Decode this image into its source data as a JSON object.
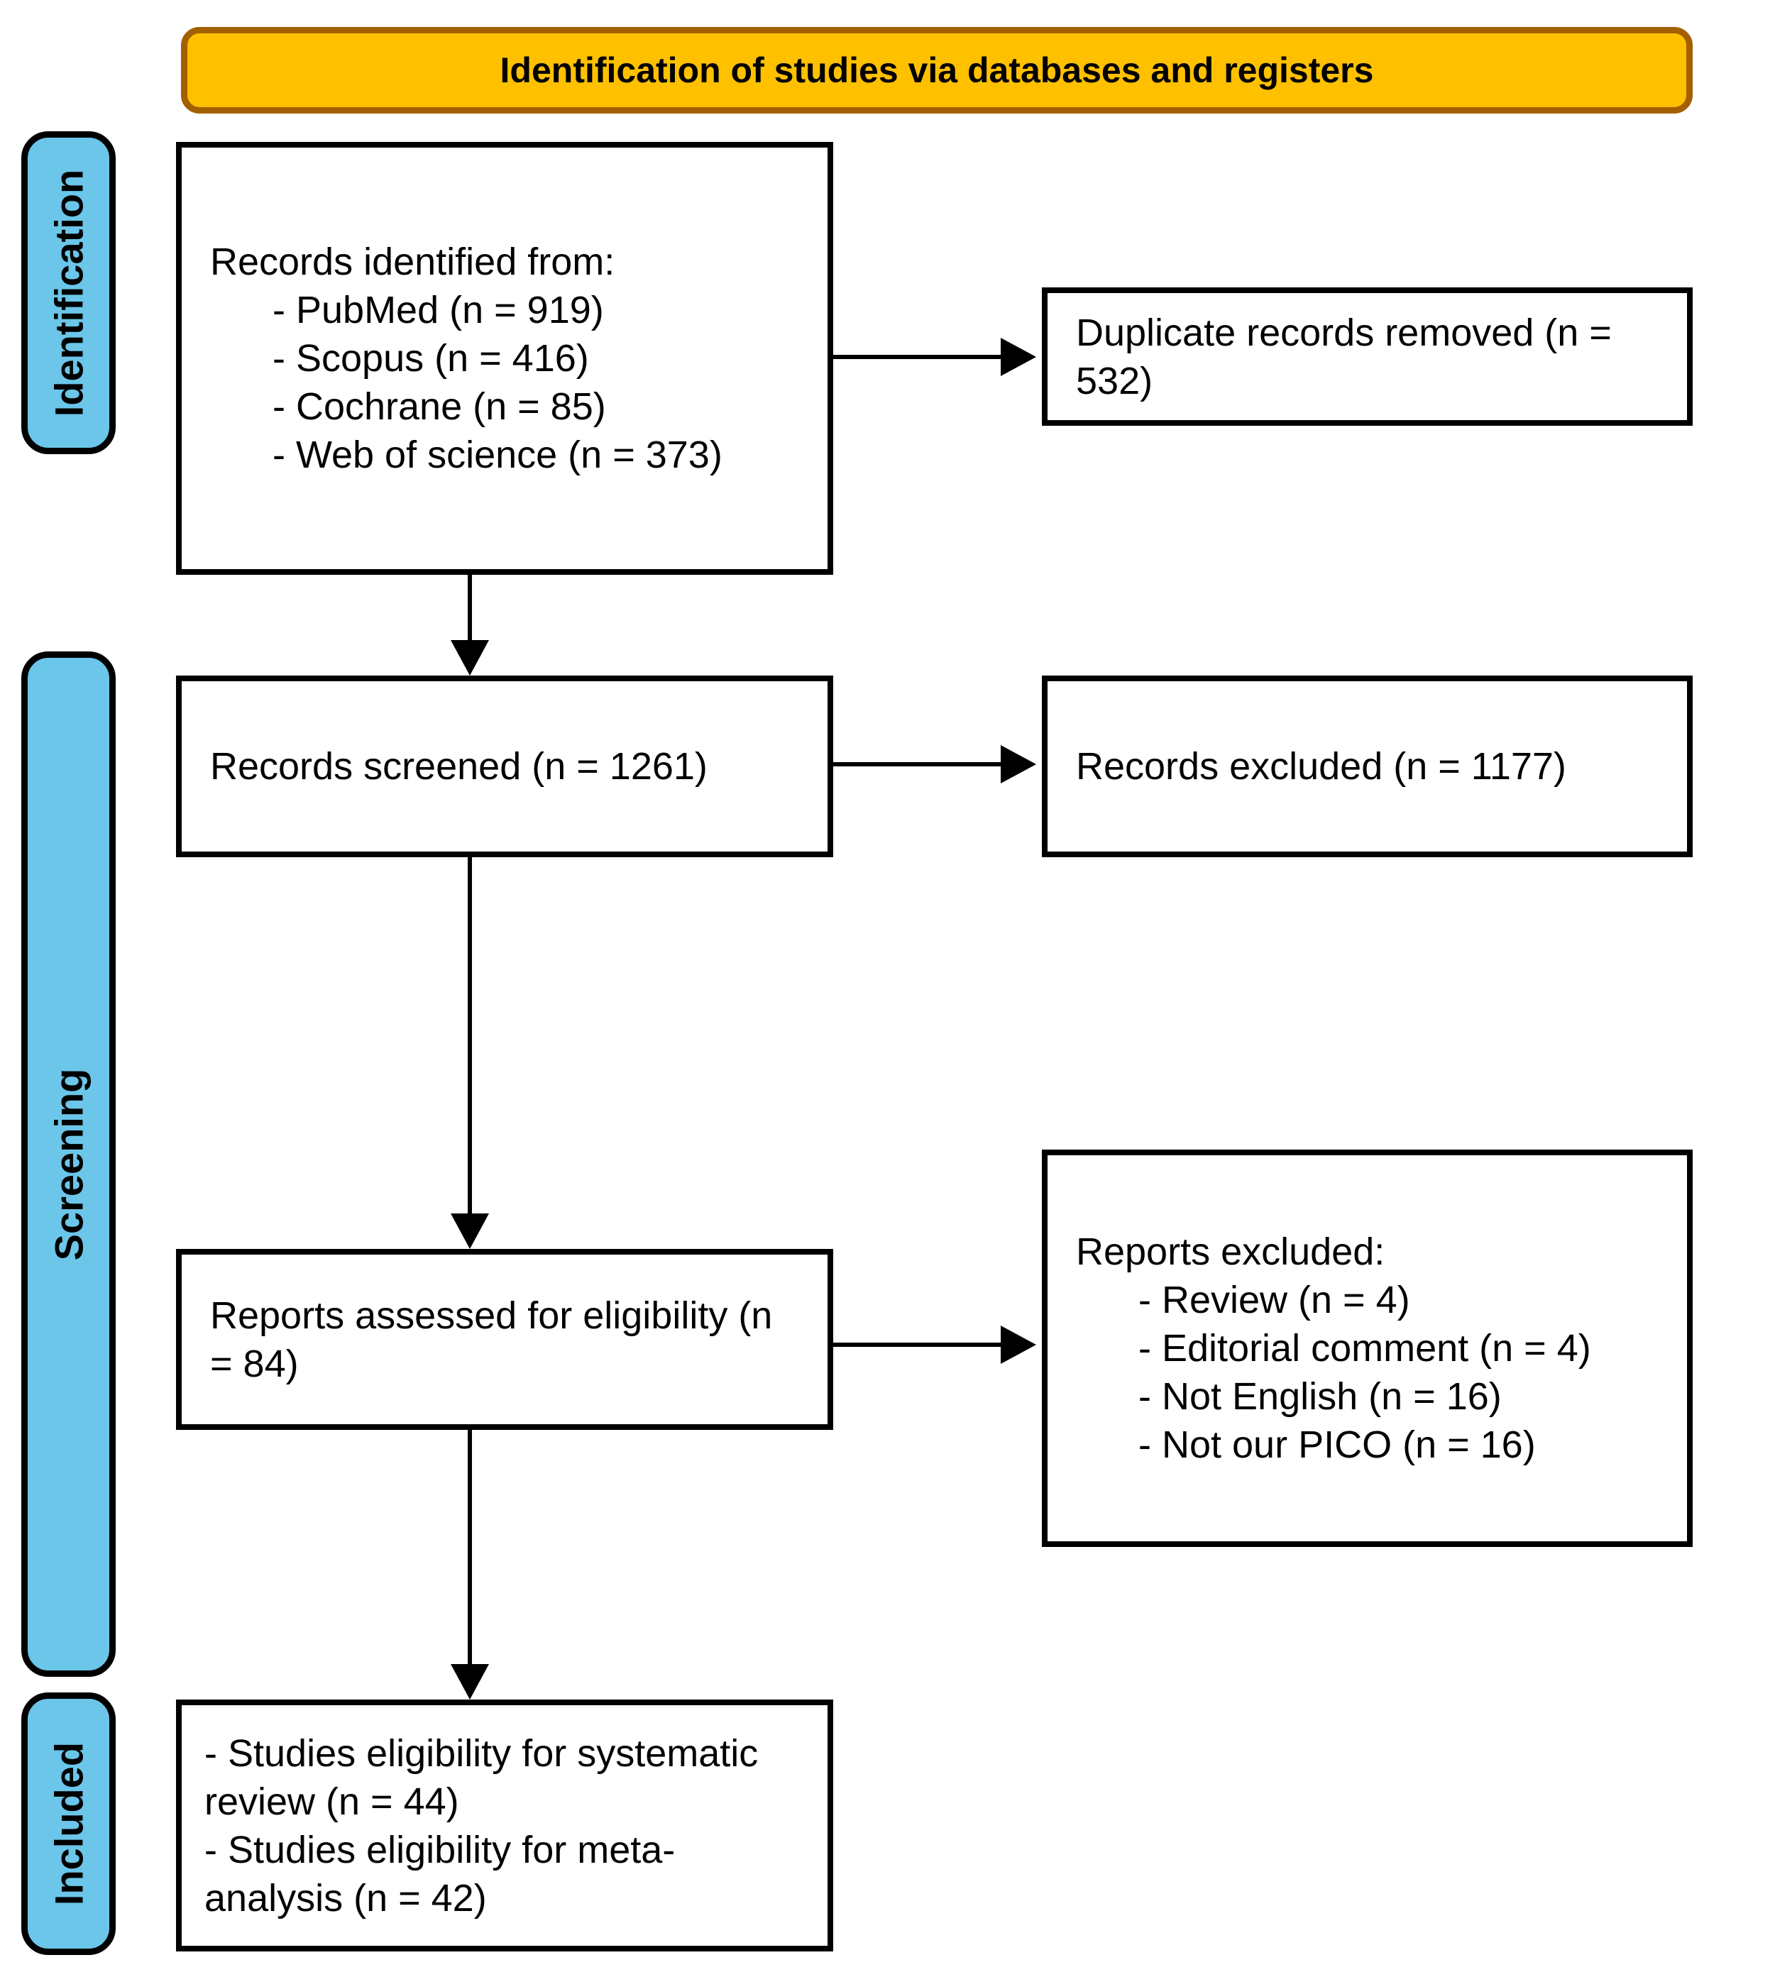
{
  "header": {
    "title": "Identification of studies via databases and registers"
  },
  "stages": {
    "identification": "Identification",
    "screening": "Screening",
    "included": "Included"
  },
  "boxes": {
    "records_identified": {
      "heading": "Records identified from:",
      "items": [
        "- PubMed (n = 919)",
        "- Scopus (n = 416)",
        "- Cochrane (n = 85)",
        "- Web of science (n = 373)"
      ]
    },
    "duplicates_removed": {
      "text": "Duplicate records removed (n = 532)"
    },
    "records_screened": {
      "text": "Records screened (n = 1261)"
    },
    "records_excluded": {
      "text": "Records excluded (n = 1177)"
    },
    "reports_assessed": {
      "text": "Reports assessed for eligibility (n = 84)"
    },
    "reports_excluded": {
      "heading": "Reports excluded:",
      "items": [
        "- Review (n = 4)",
        "- Editorial comment (n = 4)",
        "- Not English (n = 16)",
        "- Not our PICO (n = 16)"
      ]
    },
    "included_studies": {
      "items": [
        "- Studies eligibility for systematic review (n = 44)",
        "- Studies eligibility for meta-analysis (n = 42)"
      ]
    }
  },
  "colors": {
    "header_fill": "#FFC000",
    "header_border": "#A26000",
    "stage_fill": "#6BC6E9",
    "box_border": "#000000",
    "background": "#FFFFFF"
  }
}
